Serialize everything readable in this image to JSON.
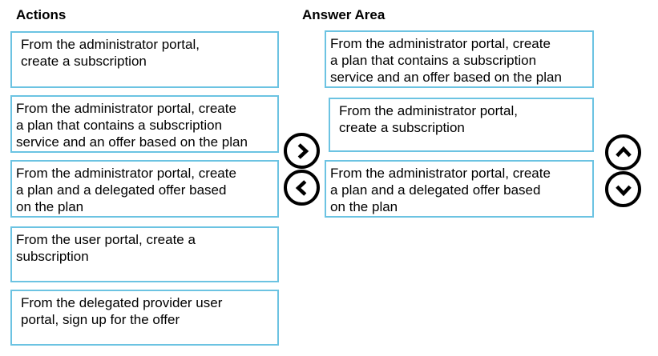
{
  "colors": {
    "box_border": "#6CC3E2",
    "arrow": "#000000",
    "text": "#000000",
    "background": "#FFFFFF"
  },
  "actions_panel": {
    "title": "Actions",
    "items": [
      {
        "label": "From the administrator portal,\ncreate a subscription"
      },
      {
        "label": "From the administrator portal, create\na plan that contains a subscription\nservice and an offer based on the plan"
      },
      {
        "label": "From the administrator portal, create\na plan and a delegated offer based\non the plan"
      },
      {
        "label": "From the user portal, create a\nsubscription"
      },
      {
        "label": "From the delegated provider user\nportal, sign up for the offer"
      }
    ]
  },
  "answer_panel": {
    "title": "Answer Area",
    "items": [
      {
        "label": "From the administrator portal, create\na plan that contains a subscription\nservice and an offer based on the plan"
      },
      {
        "label": "From the administrator portal,\ncreate a subscription"
      },
      {
        "label": "From the administrator portal, create\na plan and a delegated offer based\non the plan"
      }
    ]
  },
  "controls": {
    "move_right_icon": "chevron-right",
    "move_left_icon": "chevron-left",
    "move_up_icon": "chevron-up",
    "move_down_icon": "chevron-down"
  }
}
